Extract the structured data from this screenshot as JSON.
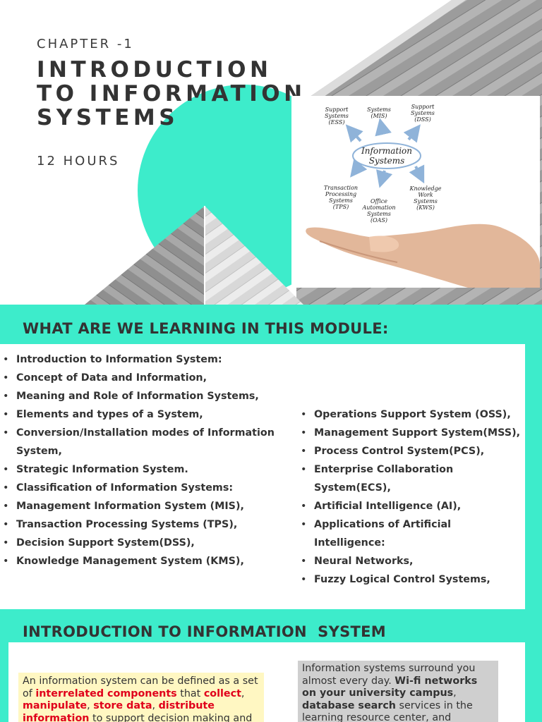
{
  "hero": {
    "chapter": "CHAPTER -1",
    "title_lines": [
      "INTRODUCTION",
      "TO INFORMATION",
      "SYSTEMS"
    ],
    "hours": "12 HOURS",
    "diagram": {
      "center": [
        "Information",
        "Systems"
      ],
      "nodes": {
        "ess": [
          "Support",
          "Systems",
          "(ESS)"
        ],
        "mis": [
          "Systems",
          "(MIS)"
        ],
        "dss": [
          "Support",
          "Systems",
          "(DSS)"
        ],
        "tps": [
          "Transaction",
          "Processing",
          "Systems",
          "(TPS)"
        ],
        "oas": [
          "Office",
          "Automation",
          "Systems",
          "(OAS)"
        ],
        "kws": [
          "Knowledge",
          "Work",
          "Systems",
          "(KWS)"
        ]
      }
    }
  },
  "module": {
    "heading": "WHAT ARE WE LEARNING IN THIS MODULE:",
    "column1": [
      "Introduction to Information System:",
      "Concept of Data and Information,",
      "Meaning and Role of Information Systems,",
      "Elements and types of a System,",
      "Conversion/Installation modes of Information System,",
      "Strategic Information System.",
      "Classification of Information Systems:",
      "Management Information System (MIS),",
      "Transaction Processing Systems (TPS),",
      "Decision Support System(DSS),",
      "Knowledge Management System (KMS),"
    ],
    "column2": [
      "Operations Support System (OSS),",
      "Management Support System(MSS),",
      "Process Control System(PCS),",
      "Enterprise Collaboration System(ECS),",
      "Artificial Intelligence (AI),",
      "Applications of Artificial Intelligence:",
      "Neural Networks,",
      "Fuzzy Logical Control Systems,"
    ]
  },
  "intro": {
    "heading": "INTRODUCTION TO INFORMATION  SYSTEM",
    "definition": {
      "t1": "An information system can be defined as a set of ",
      "h1": "interrelated components",
      "t2": " that ",
      "h2": "collect",
      "t3": ", ",
      "h3": "manipulate",
      "t4": ", ",
      "h4": "store data",
      "t5": ", ",
      "h5": "distribute information",
      "t6": " to support decision making and"
    },
    "aside": {
      "t1": "Information systems surround you almost every day. ",
      "b1": "Wi-fi networks on your university campus",
      "t2": ", ",
      "b2": "database search",
      "t3": " services in the learning resource center, and"
    }
  },
  "colors": {
    "accent": "#3deccb",
    "highlight_text": "#e0001b",
    "highlight_box": "#fff7c2",
    "aside_box": "#cfcfcf",
    "heading_text": "#333333"
  }
}
